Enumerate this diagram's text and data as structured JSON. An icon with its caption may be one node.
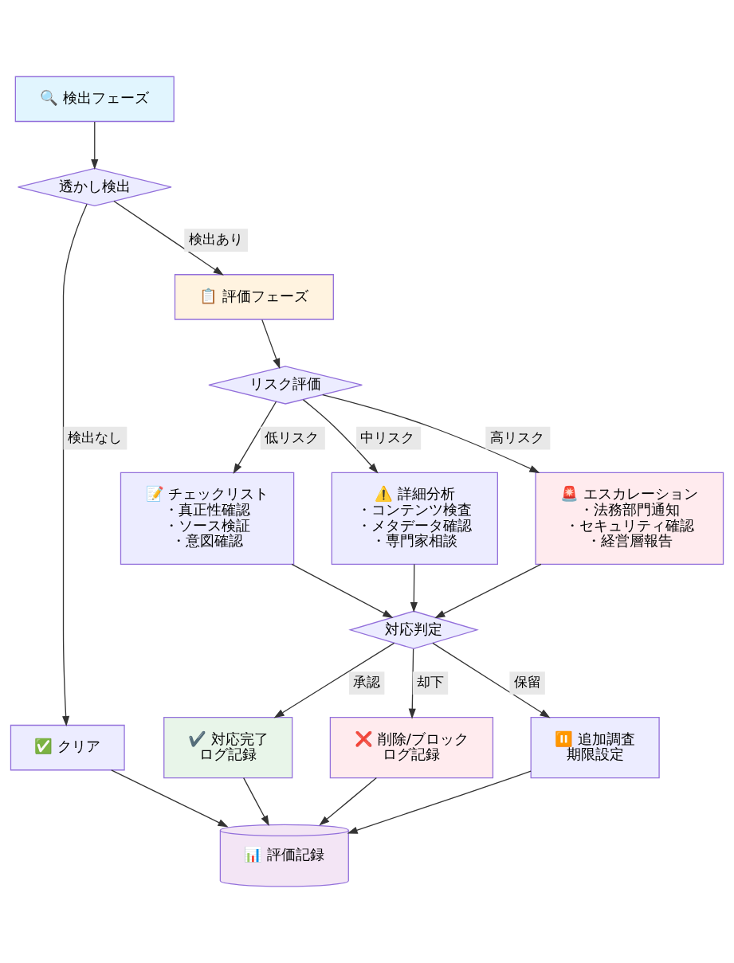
{
  "diagram": {
    "nodes": [
      {
        "text": [
          "🔍 検出フェーズ"
        ]
      },
      {
        "text": [
          "透かし検出"
        ]
      },
      {
        "text": [
          "📋 評価フェーズ"
        ]
      },
      {
        "text": [
          "リスク評価"
        ]
      },
      {
        "text": [
          "📝 チェックリスト",
          "・真正性確認",
          "・ソース検証",
          "・意図確認"
        ]
      },
      {
        "text": [
          "⚠️ 詳細分析",
          "・コンテンツ検査",
          "・メタデータ確認",
          "・専門家相談"
        ]
      },
      {
        "text": [
          "🚨 エスカレーション",
          "・法務部門通知",
          "・セキュリティ確認",
          "・経営層報告"
        ]
      },
      {
        "text": [
          "対応判定"
        ]
      },
      {
        "text": [
          "✅ クリア"
        ]
      },
      {
        "text": [
          "✔️ 対応完了",
          "ログ記録"
        ]
      },
      {
        "text": [
          "❌ 削除/ブロック",
          "ログ記録"
        ]
      },
      {
        "text": [
          "⏸️ 追加調査",
          "期限設定"
        ]
      },
      {
        "text": [
          "📊 評価記録"
        ]
      }
    ],
    "edges": [
      {
        "from": 0,
        "to": 1,
        "arrow": "to"
      },
      {
        "from": 1,
        "to": 8,
        "arrow": "to",
        "label": "検出なし"
      },
      {
        "from": 1,
        "to": 2,
        "arrow": "to",
        "label": "検出あり"
      },
      {
        "from": 2,
        "to": 3,
        "arrow": "to"
      },
      {
        "from": 3,
        "to": 4,
        "arrow": "to",
        "label": "低リスク"
      },
      {
        "from": 3,
        "to": 5,
        "arrow": "to",
        "label": "中リスク"
      },
      {
        "from": 3,
        "to": 6,
        "arrow": "to",
        "label": "高リスク"
      },
      {
        "from": 4,
        "to": 7,
        "arrow": "to"
      },
      {
        "from": 5,
        "to": 7,
        "arrow": "to"
      },
      {
        "from": 6,
        "to": 7,
        "arrow": "to"
      },
      {
        "from": 7,
        "to": 9,
        "arrow": "to",
        "label": "承認"
      },
      {
        "from": 7,
        "to": 10,
        "arrow": "to",
        "label": "却下"
      },
      {
        "from": 7,
        "to": 11,
        "arrow": "to",
        "label": "保留"
      },
      {
        "from": 8,
        "to": 12,
        "arrow": "to"
      },
      {
        "from": 9,
        "to": 12,
        "arrow": "to"
      },
      {
        "from": 10,
        "to": 12,
        "arrow": "to"
      },
      {
        "from": 11,
        "to": 12,
        "arrow": "to"
      }
    ]
  }
}
